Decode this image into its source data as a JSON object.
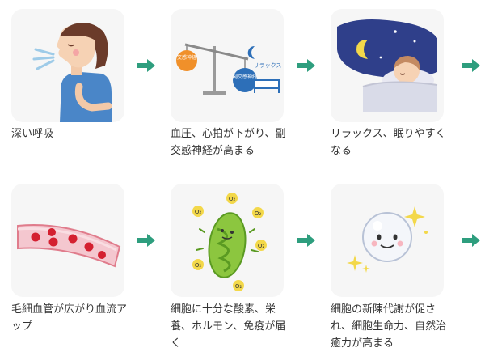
{
  "accent_arrow_color": "#2e9e7e",
  "steps": [
    {
      "caption": "深い呼吸",
      "icon": "deep-breath-person"
    },
    {
      "caption": "血圧、心拍が下がり、副交感神経が高まる",
      "icon": "nerve-balance-scale",
      "labels": {
        "sympathetic": "交感神経",
        "parasympathetic": "副交感神経",
        "relax": "リラックス"
      }
    },
    {
      "caption": "リラックス、眠りやすくなる",
      "icon": "sleeping-person"
    },
    {
      "caption": "毛細血管が広がり血流アップ",
      "icon": "blood-vessel"
    },
    {
      "caption": "細胞に十分な酸素、栄養、ホルモン、免疫が届く",
      "icon": "cell-oxygen",
      "o2_label": "O₂"
    },
    {
      "caption": "細胞の新陳代謝が促され、細胞生命力、自然治癒力が高まる",
      "icon": "sparkling-cell"
    }
  ]
}
